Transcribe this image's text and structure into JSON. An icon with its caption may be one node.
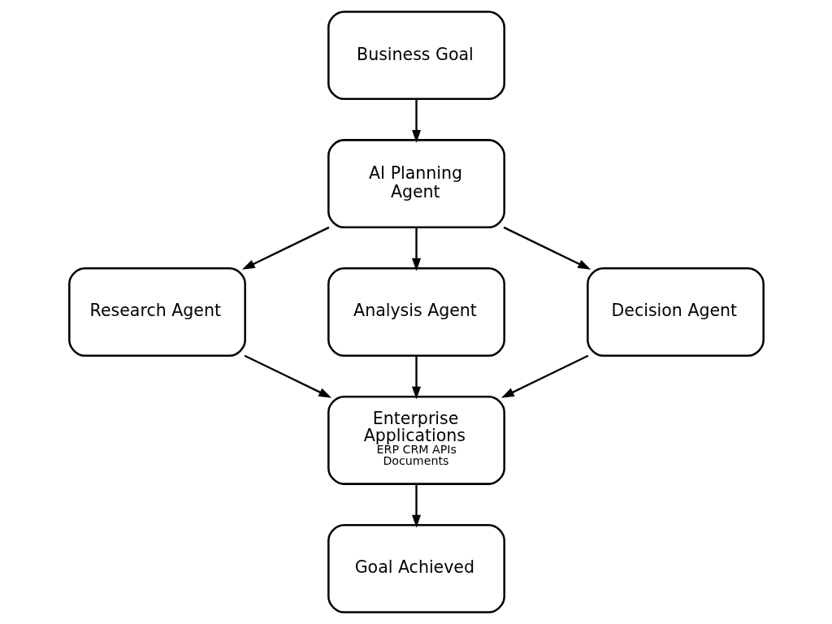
{
  "diagram": {
    "nodes": [
      {
        "text": [
          "Business Goal"
        ]
      },
      {
        "text": [
          "AI Planning Agent"
        ]
      },
      {
        "text": [
          "Research Agent"
        ]
      },
      {
        "text": [
          "Analysis Agent"
        ]
      },
      {
        "text": [
          "Decision Agent"
        ]
      },
      {
        "text": [
          "Enterprise Applications",
          "ERP CRM APIs Documents"
        ]
      },
      {
        "text": [
          "Goal Achieved"
        ]
      }
    ],
    "edges": [
      {
        "from": 0,
        "to": 1,
        "arrow": "to"
      },
      {
        "from": 1,
        "to": 2,
        "arrow": "to"
      },
      {
        "from": 1,
        "to": 3,
        "arrow": "to"
      },
      {
        "from": 1,
        "to": 4,
        "arrow": "to"
      },
      {
        "from": 2,
        "to": 5,
        "arrow": "to"
      },
      {
        "from": 3,
        "to": 5,
        "arrow": "to"
      },
      {
        "from": 4,
        "to": 5,
        "arrow": "to"
      },
      {
        "from": 5,
        "to": 6,
        "arrow": "to"
      }
    ]
  }
}
